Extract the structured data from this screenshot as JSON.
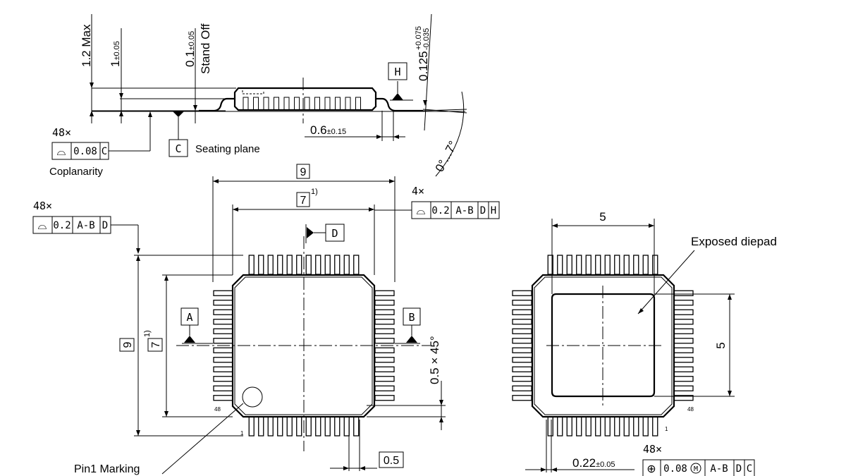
{
  "side_view": {
    "height_max": "1.2 Max",
    "body_thickness": "1",
    "body_thickness_tol": "±0.05",
    "standoff": "0.1",
    "standoff_tol": "±0.05",
    "standoff_label": "Stand Off",
    "lead_thickness": "0.125",
    "lead_thickness_tol_upper": "+0.075",
    "lead_thickness_tol_lower": "-0.035",
    "datum_h": "H",
    "datum_c": "C",
    "seating_plane": "Seating plane",
    "foot_length": "0.6",
    "foot_length_tol": "±0.15",
    "foot_angle": "0°...7°"
  },
  "coplanarity": {
    "count": "48×",
    "symbol": "⌓",
    "value": "0.08",
    "datum": "C",
    "label": "Coplanarity"
  },
  "top_view": {
    "overall_width": "9",
    "body_width": "7",
    "note_ref": "1)",
    "overall_height": "9",
    "body_height": "7",
    "datum_a": "A",
    "datum_b": "B",
    "datum_d": "D",
    "chamfer": "0.5 × 45°",
    "pin_pitch": "0.5",
    "pin_48": "48",
    "pin_1": "1",
    "pin1_marking": "Pin1 Marking"
  },
  "profile_fcf_4": {
    "count": "4×",
    "symbol": "⌓",
    "value": "0.2",
    "datums": [
      "A-B",
      "D",
      "H"
    ]
  },
  "profile_fcf_48": {
    "count": "48×",
    "symbol": "⌓",
    "value": "0.2",
    "datums": [
      "A-B",
      "D"
    ]
  },
  "bottom_view": {
    "pad_width": "5",
    "pad_height": "5",
    "exposed_diepad": "Exposed diepad",
    "pin_48": "48",
    "pin_1": "1",
    "lead_width": "0.22",
    "lead_width_tol": "±0.05"
  },
  "position_fcf": {
    "count": "48×",
    "symbol": "⊕",
    "value": "0.08",
    "modifier": "M",
    "datums": [
      "A-B",
      "D",
      "C"
    ]
  }
}
